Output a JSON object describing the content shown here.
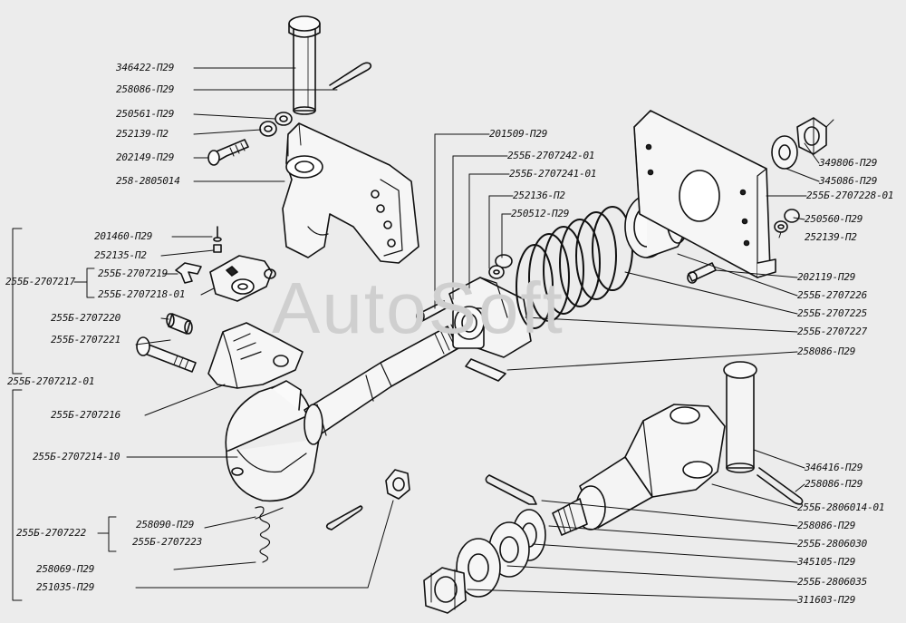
{
  "watermark": "AutoSoft",
  "labels": {
    "l01": "346422-П29",
    "l02": "258086-П29",
    "l03": "250561-П29",
    "l04": "252139-П2",
    "l05": "202149-П29",
    "l06": "258-2805014",
    "l07": "201460-П29",
    "l08": "252135-П2",
    "l09": "255Б-2707219",
    "l10": "255Б-2707217",
    "l11": "255Б-2707218-01",
    "l12": "255Б-2707220",
    "l13": "255Б-2707221",
    "l14": "255Б-2707212-01",
    "l15": "255Б-2707216",
    "l16": "255Б-2707214-10",
    "l17": "255Б-2707222",
    "l18": "258090-П29",
    "l19": "255Б-2707223",
    "l20": "258069-П29",
    "l21": "251035-П29",
    "l22": "201509-П29",
    "l23": "255Б-2707242-01",
    "l24": "255Б-2707241-01",
    "l25": "252136-П2",
    "l26": "250512-П29",
    "l27": "349806-П29",
    "l28": "345086-П29",
    "l29": "255Б-2707228-01",
    "l30": "250560-П29",
    "l31": "252139-П2",
    "l32": "202119-П29",
    "l33": "255Б-2707226",
    "l34": "255Б-2707225",
    "l35": "255Б-2707227",
    "l36": "258086-П29",
    "l37": "346416-П29",
    "l38": "258086-П29",
    "l39": "255Б-2806014-01",
    "l40": "258086-П29",
    "l41": "255Б-2806030",
    "l42": "345105-П29",
    "l43": "255Б-2806035",
    "l44": "311603-П29"
  }
}
